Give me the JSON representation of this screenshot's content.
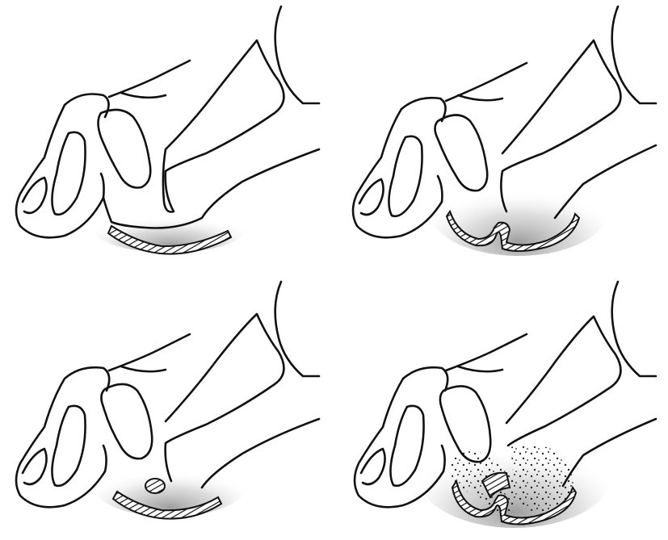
{
  "figure": {
    "panels": [
      {
        "id": "a",
        "variant": "intact-sole-shading",
        "has_hatched_sole": true
      },
      {
        "id": "b",
        "variant": "sole-notch-split",
        "has_hatched_sole": true
      },
      {
        "id": "c",
        "variant": "sole-hatched-lesion",
        "has_hatched_sole": true
      },
      {
        "id": "d",
        "variant": "stippled-split-tissue",
        "has_hatched_sole": true
      }
    ],
    "colors": {
      "ink": "#111111",
      "shade": "#9a9a9a",
      "background": "#ffffff"
    }
  }
}
